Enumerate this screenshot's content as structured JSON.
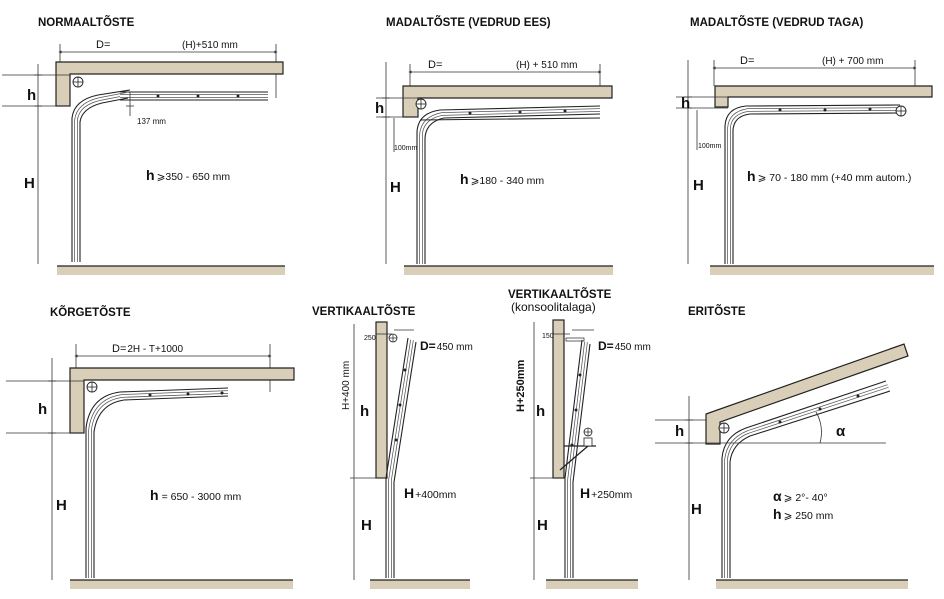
{
  "panels": [
    {
      "title": "NORMAALTÕSTE",
      "dim_d": "D=",
      "dim_d_value": "(H)+510 mm",
      "gap": "137 mm",
      "h_label": "h",
      "H_label": "H",
      "h_value": "⩾350 - 650 mm"
    },
    {
      "title": "MADALTÕSTE (VEDRUD EES)",
      "dim_d": "D=",
      "dim_d_value": "(H) + 510 mm",
      "gap": "100mm",
      "h_label": "h",
      "H_label": "H",
      "h_value": "⩾180 - 340 mm"
    },
    {
      "title": "MADALTÕSTE (VEDRUD TAGA)",
      "dim_d": "D=",
      "dim_d_value": "(H) + 700 mm",
      "gap": "100mm",
      "h_label": "h",
      "H_label": "H",
      "h_value": "⩾ 70 - 180 mm (+40 mm autom.)"
    },
    {
      "title": "KÕRGETÕSTE",
      "dim_d": "D=",
      "dim_d_value": "2H - T+1000",
      "h_label": "h",
      "H_label": "H",
      "h_value": "= 650 - 3000 mm"
    },
    {
      "title": "VERTIKAALTÕSTE",
      "side_dim": "H+400 mm",
      "small_dim": "250",
      "dim_d": "D=",
      "dim_d_value": "450 mm",
      "h_label": "h",
      "H_label": "H",
      "h_value": "+400mm"
    },
    {
      "title": "VERTIKAALTÕSTE",
      "subtitle": "(konsoolitalaga)",
      "side_dim": "H+250mm",
      "small_dim": "150",
      "dim_d": "D=",
      "dim_d_value": "450 mm",
      "h_label": "h",
      "H_label": "H",
      "h_value": "+250mm"
    },
    {
      "title": "ERITÕSTE",
      "alpha_label": "α",
      "alpha_value": "⩾ 2°- 40°",
      "h_label": "h",
      "H_label": "H",
      "h_value": "⩾ 250 mm"
    }
  ],
  "colors": {
    "wall": "#d9cfb8",
    "line": "#222222"
  }
}
